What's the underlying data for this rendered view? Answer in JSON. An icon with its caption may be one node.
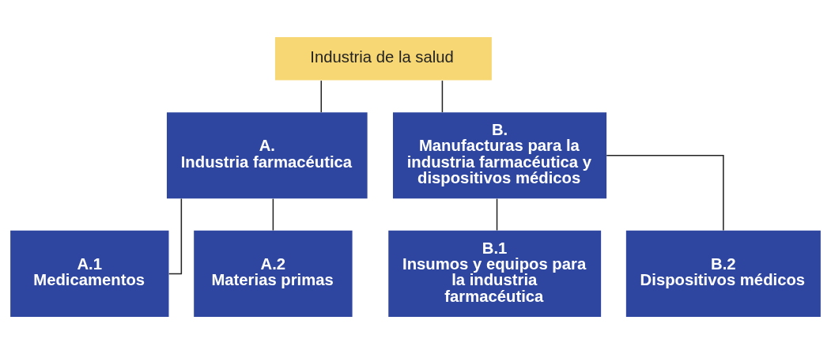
{
  "diagram": {
    "nodes": [
      {
        "text": [
          "Industria de la salud"
        ]
      },
      {
        "text": [
          "A.",
          "Industria farmacéutica"
        ]
      },
      {
        "text": [
          "B.",
          "Manufacturas para la industria farmacéutica y dispositivos médicos"
        ]
      },
      {
        "text": [
          "A.1",
          "Medicamentos"
        ]
      },
      {
        "text": [
          "A.2",
          "Materias primas"
        ]
      },
      {
        "text": [
          "B.1",
          "Insumos y equipos para la industria farmacéutica"
        ]
      },
      {
        "text": [
          "B.2",
          "Dispositivos médicos"
        ]
      }
    ],
    "edges": [
      {
        "from": 0,
        "to": 1,
        "arrow": "none"
      },
      {
        "from": 0,
        "to": 2,
        "arrow": "none"
      },
      {
        "from": 1,
        "to": 3,
        "arrow": "none"
      },
      {
        "from": 1,
        "to": 4,
        "arrow": "none"
      },
      {
        "from": 2,
        "to": 5,
        "arrow": "none"
      },
      {
        "from": 2,
        "to": 6,
        "arrow": "none"
      }
    ]
  }
}
